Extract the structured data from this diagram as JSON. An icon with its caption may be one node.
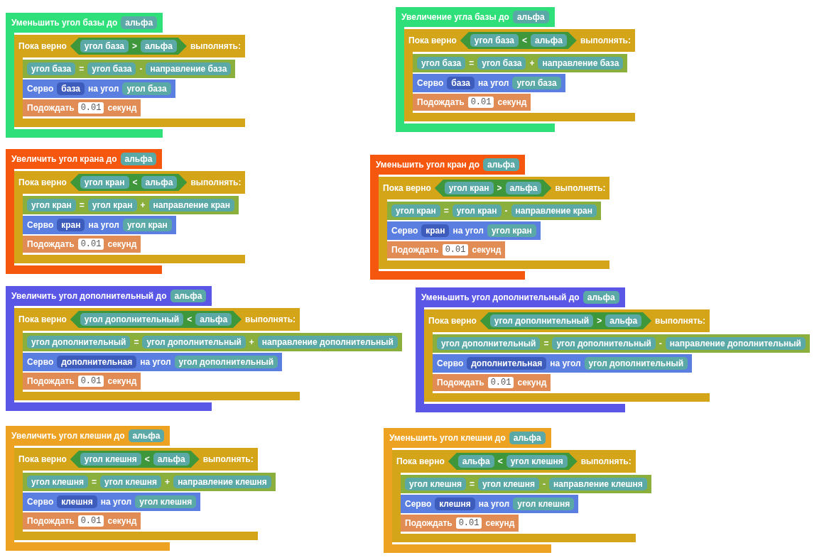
{
  "diagram": {
    "nodes": [
      {
        "text": [
          "Уменьшить угол базы до"
        ]
      },
      {
        "text": [
          "альфа"
        ],
        "in": 0
      },
      {
        "text": [
          "Пока верно",
          "выполнять:"
        ]
      },
      {
        "text": [
          ">"
        ],
        "in": 2
      },
      {
        "text": [
          "угол база"
        ],
        "in": 3
      },
      {
        "text": [
          "альфа"
        ],
        "in": 3
      },
      {
        "text": [
          "=",
          "-"
        ]
      },
      {
        "text": [
          "угол база"
        ],
        "in": 6
      },
      {
        "text": [
          "угол база"
        ],
        "in": 6
      },
      {
        "text": [
          "направление база"
        ],
        "in": 6
      },
      {
        "text": [
          "Серво",
          "на угол"
        ]
      },
      {
        "text": [
          "база"
        ],
        "in": 10
      },
      {
        "text": [
          "угол база"
        ],
        "in": 10
      },
      {
        "text": [
          "Подождать",
          "секунд"
        ]
      },
      {
        "text": [
          "0.01"
        ],
        "in": 13
      },
      {
        "text": [
          "Увеличение угла базы до"
        ]
      },
      {
        "text": [
          "альфа"
        ],
        "in": 15
      },
      {
        "text": [
          "Пока верно",
          "выполнять:"
        ]
      },
      {
        "text": [
          "<"
        ],
        "in": 17
      },
      {
        "text": [
          "угол база"
        ],
        "in": 18
      },
      {
        "text": [
          "альфа"
        ],
        "in": 18
      },
      {
        "text": [
          "=",
          "+"
        ]
      },
      {
        "text": [
          "угол база"
        ],
        "in": 21
      },
      {
        "text": [
          "угол база"
        ],
        "in": 21
      },
      {
        "text": [
          "направление база"
        ],
        "in": 21
      },
      {
        "text": [
          "Серво",
          "на угол"
        ]
      },
      {
        "text": [
          "база"
        ],
        "in": 25
      },
      {
        "text": [
          "угол база"
        ],
        "in": 25
      },
      {
        "text": [
          "Подождать",
          "секунд"
        ]
      },
      {
        "text": [
          "0.01"
        ],
        "in": 28
      },
      {
        "text": [
          "Увеличить угол крана до"
        ]
      },
      {
        "text": [
          "альфа"
        ],
        "in": 30
      },
      {
        "text": [
          "Пока верно",
          "выполнять:"
        ]
      },
      {
        "text": [
          "<"
        ],
        "in": 32
      },
      {
        "text": [
          "угол кран"
        ],
        "in": 33
      },
      {
        "text": [
          "альфа"
        ],
        "in": 33
      },
      {
        "text": [
          "=",
          "+"
        ]
      },
      {
        "text": [
          "угол кран"
        ],
        "in": 36
      },
      {
        "text": [
          "угол кран"
        ],
        "in": 36
      },
      {
        "text": [
          "направление кран"
        ],
        "in": 36
      },
      {
        "text": [
          "Серво",
          "на угол"
        ]
      },
      {
        "text": [
          "кран"
        ],
        "in": 40
      },
      {
        "text": [
          "угол кран"
        ],
        "in": 40
      },
      {
        "text": [
          "Подождать",
          "секунд"
        ]
      },
      {
        "text": [
          "0.01"
        ],
        "in": 43
      },
      {
        "text": [
          "Уменьшить угол кран до"
        ]
      },
      {
        "text": [
          "альфа"
        ],
        "in": 45
      },
      {
        "text": [
          "Пока верно",
          "выполнять:"
        ]
      },
      {
        "text": [
          ">"
        ],
        "in": 47
      },
      {
        "text": [
          "угол кран"
        ],
        "in": 48
      },
      {
        "text": [
          "альфа"
        ],
        "in": 48
      },
      {
        "text": [
          "=",
          "-"
        ]
      },
      {
        "text": [
          "угол кран"
        ],
        "in": 51
      },
      {
        "text": [
          "угол кран"
        ],
        "in": 51
      },
      {
        "text": [
          "направление кран"
        ],
        "in": 51
      },
      {
        "text": [
          "Серво",
          "на угол"
        ]
      },
      {
        "text": [
          "кран"
        ],
        "in": 55
      },
      {
        "text": [
          "угол кран"
        ],
        "in": 55
      },
      {
        "text": [
          "Подождать",
          "секунд"
        ]
      },
      {
        "text": [
          "0.01"
        ],
        "in": 58
      },
      {
        "text": [
          "Увеличить угол дополнительный до"
        ]
      },
      {
        "text": [
          "альфа"
        ],
        "in": 60
      },
      {
        "text": [
          "Пока верно",
          "выполнять:"
        ]
      },
      {
        "text": [
          "<"
        ],
        "in": 62
      },
      {
        "text": [
          "угол дополнительный"
        ],
        "in": 63
      },
      {
        "text": [
          "альфа"
        ],
        "in": 63
      },
      {
        "text": [
          "=",
          "+"
        ]
      },
      {
        "text": [
          "угол дополнительный"
        ],
        "in": 66
      },
      {
        "text": [
          "угол дополнительный"
        ],
        "in": 66
      },
      {
        "text": [
          "направление дополнительный"
        ],
        "in": 66
      },
      {
        "text": [
          "Серво",
          "на угол"
        ]
      },
      {
        "text": [
          "дополнительная"
        ],
        "in": 70
      },
      {
        "text": [
          "угол дополнительный"
        ],
        "in": 70
      },
      {
        "text": [
          "Подождать",
          "секунд"
        ]
      },
      {
        "text": [
          "0.01"
        ],
        "in": 73
      },
      {
        "text": [
          "Уменьшить угол дополнительный до"
        ]
      },
      {
        "text": [
          "альфа"
        ],
        "in": 75
      },
      {
        "text": [
          "Пока верно",
          "выполнять:"
        ]
      },
      {
        "text": [
          ">"
        ],
        "in": 77
      },
      {
        "text": [
          "угол дополнительный"
        ],
        "in": 78
      },
      {
        "text": [
          "альфа"
        ],
        "in": 78
      },
      {
        "text": [
          "=",
          "-"
        ]
      },
      {
        "text": [
          "угол дополнительный"
        ],
        "in": 81
      },
      {
        "text": [
          "угол дополнительный"
        ],
        "in": 81
      },
      {
        "text": [
          "направление дополнительный"
        ],
        "in": 81
      },
      {
        "text": [
          "Серво",
          "на угол"
        ]
      },
      {
        "text": [
          "дополнительная"
        ],
        "in": 85
      },
      {
        "text": [
          "угол дополнительный"
        ],
        "in": 85
      },
      {
        "text": [
          "Подождать",
          "секунд"
        ]
      },
      {
        "text": [
          "0.01"
        ],
        "in": 88
      },
      {
        "text": [
          "Увеличить угол клешни до"
        ]
      },
      {
        "text": [
          "альфа"
        ],
        "in": 90
      },
      {
        "text": [
          "Пока верно",
          "выполнять:"
        ]
      },
      {
        "text": [
          "<"
        ],
        "in": 92
      },
      {
        "text": [
          "угол клешня"
        ],
        "in": 93
      },
      {
        "text": [
          "альфа"
        ],
        "in": 93
      },
      {
        "text": [
          "=",
          "+"
        ]
      },
      {
        "text": [
          "угол клешня"
        ],
        "in": 96
      },
      {
        "text": [
          "угол клешня"
        ],
        "in": 96
      },
      {
        "text": [
          "направление клешня"
        ],
        "in": 96
      },
      {
        "text": [
          "Серво",
          "на угол"
        ]
      },
      {
        "text": [
          "клешня"
        ],
        "in": 100
      },
      {
        "text": [
          "угол клешня"
        ],
        "in": 100
      },
      {
        "text": [
          "Подождать",
          "секунд"
        ]
      },
      {
        "text": [
          "0.01"
        ],
        "in": 103
      },
      {
        "text": [
          "Уменьшить угол клешни до"
        ]
      },
      {
        "text": [
          "альфа"
        ],
        "in": 105
      },
      {
        "text": [
          "Пока верно",
          "выполнять:"
        ]
      },
      {
        "text": [
          "<"
        ],
        "in": 107
      },
      {
        "text": [
          "альфа"
        ],
        "in": 108
      },
      {
        "text": [
          "угол клешня"
        ],
        "in": 108
      },
      {
        "text": [
          "=",
          "-"
        ]
      },
      {
        "text": [
          "угол клешня"
        ],
        "in": 111
      },
      {
        "text": [
          "угол клешня"
        ],
        "in": 111
      },
      {
        "text": [
          "направление клешня"
        ],
        "in": 111
      },
      {
        "text": [
          "Серво",
          "на угол"
        ]
      },
      {
        "text": [
          "клешня"
        ],
        "in": 115
      },
      {
        "text": [
          "угол клешня"
        ],
        "in": 115
      },
      {
        "text": [
          "Подождать",
          "секунд"
        ]
      },
      {
        "text": [
          "0.01"
        ],
        "in": 118
      }
    ]
  }
}
